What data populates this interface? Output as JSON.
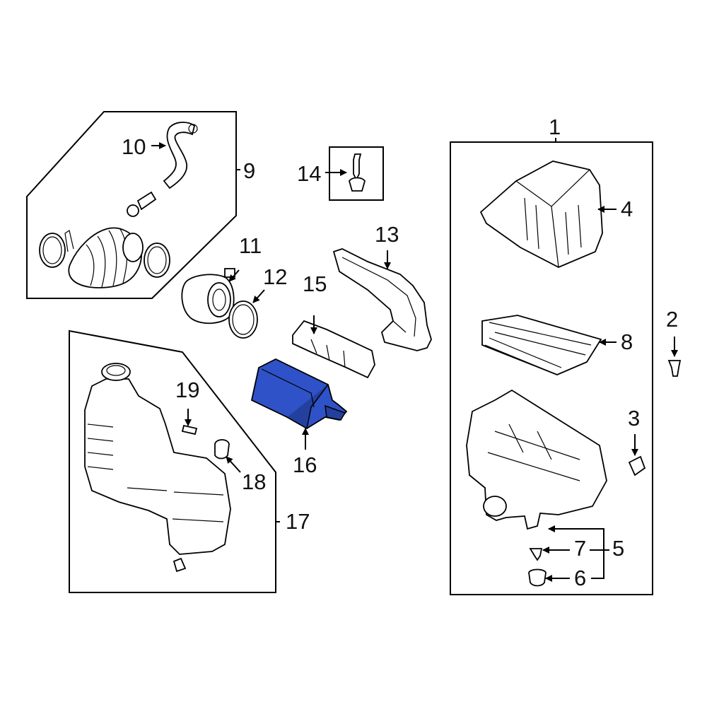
{
  "diagram": {
    "labels": {
      "p1": "1",
      "p2": "2",
      "p3": "3",
      "p4": "4",
      "p5": "5",
      "p6": "6",
      "p7": "7",
      "p8": "8",
      "p9": "9",
      "p10": "10",
      "p11": "11",
      "p12": "12",
      "p13": "13",
      "p14": "14",
      "p15": "15",
      "p16": "16",
      "p17": "17",
      "p18": "18",
      "p19": "19"
    },
    "highlighted_part": "16",
    "colors": {
      "highlight": "#2f52c8",
      "line": "#000000",
      "background": "#ffffff"
    }
  }
}
